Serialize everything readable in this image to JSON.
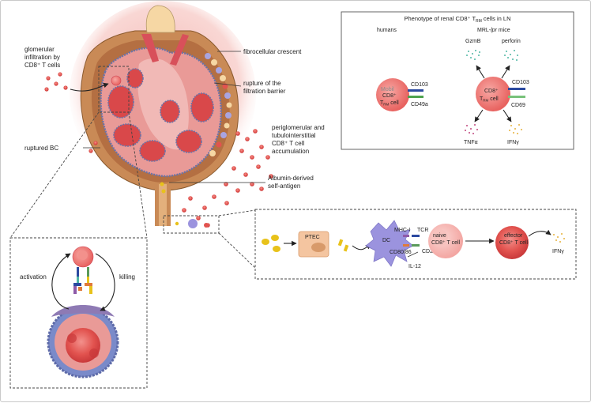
{
  "labels": {
    "glomerular_infiltration": [
      "glomerular",
      "infiltration by",
      "CD8⁺ T cells"
    ],
    "fibrocellular_crescent": "fibrocellular crescent",
    "rupture": [
      "rupture of the",
      "filtration barrier"
    ],
    "periglomerular": [
      "periglomerular and",
      "tubulointerstitial",
      "CD8⁺ T cell",
      "accumulation"
    ],
    "ruptured_bc": "ruptured BC",
    "albumin": [
      "Albumin-derived",
      "self-antigen"
    ]
  },
  "phenotype": {
    "title": "Phenotype of renal CD8⁺ T",
    "title_sub": "RM",
    "title_end": " cells in LN",
    "humans": "humans",
    "mice_prefix": "MRL-",
    "mice_italic": "lpr",
    "mice_suffix": " mice",
    "human_cell": [
      "Mobil",
      "CD8⁺",
      "T",
      "RM",
      " cell"
    ],
    "human_markers": [
      "CD103",
      "CD49a"
    ],
    "mouse_cell": [
      "CD8⁺",
      "T",
      "RM",
      " cell"
    ],
    "mouse_markers": [
      "CD103",
      "CD69"
    ],
    "cytokines": [
      "GzmB",
      "perforin",
      "TNFα",
      "IFNγ"
    ]
  },
  "pathway": {
    "ptec": "PTEC",
    "dc": "DC",
    "mhc": "MHC-I",
    "tcr": "TCR",
    "cd80": "CD80/86",
    "cd28": "CD28",
    "il12": "IL-12",
    "naive": [
      "naive",
      "CD8⁺ T cell"
    ],
    "effector": [
      "effector",
      "CD8⁺ T cell"
    ],
    "ifn": "IFNγ"
  },
  "inset": {
    "activation": "activation",
    "killing": "killing"
  },
  "colors": {
    "glomerulus_bg": "#f6c9c6",
    "capsule": "#c98a56",
    "rbc": "#e2534f",
    "tcell": "#ef7b78",
    "dc": "#9b93de",
    "ptec": "#f4c5a0",
    "antigen": "#e8c21a",
    "gzmb_dots": "#4fb6a5",
    "tnf_dots": "#c0467c",
    "ifn_dots": "#e7b23a"
  }
}
